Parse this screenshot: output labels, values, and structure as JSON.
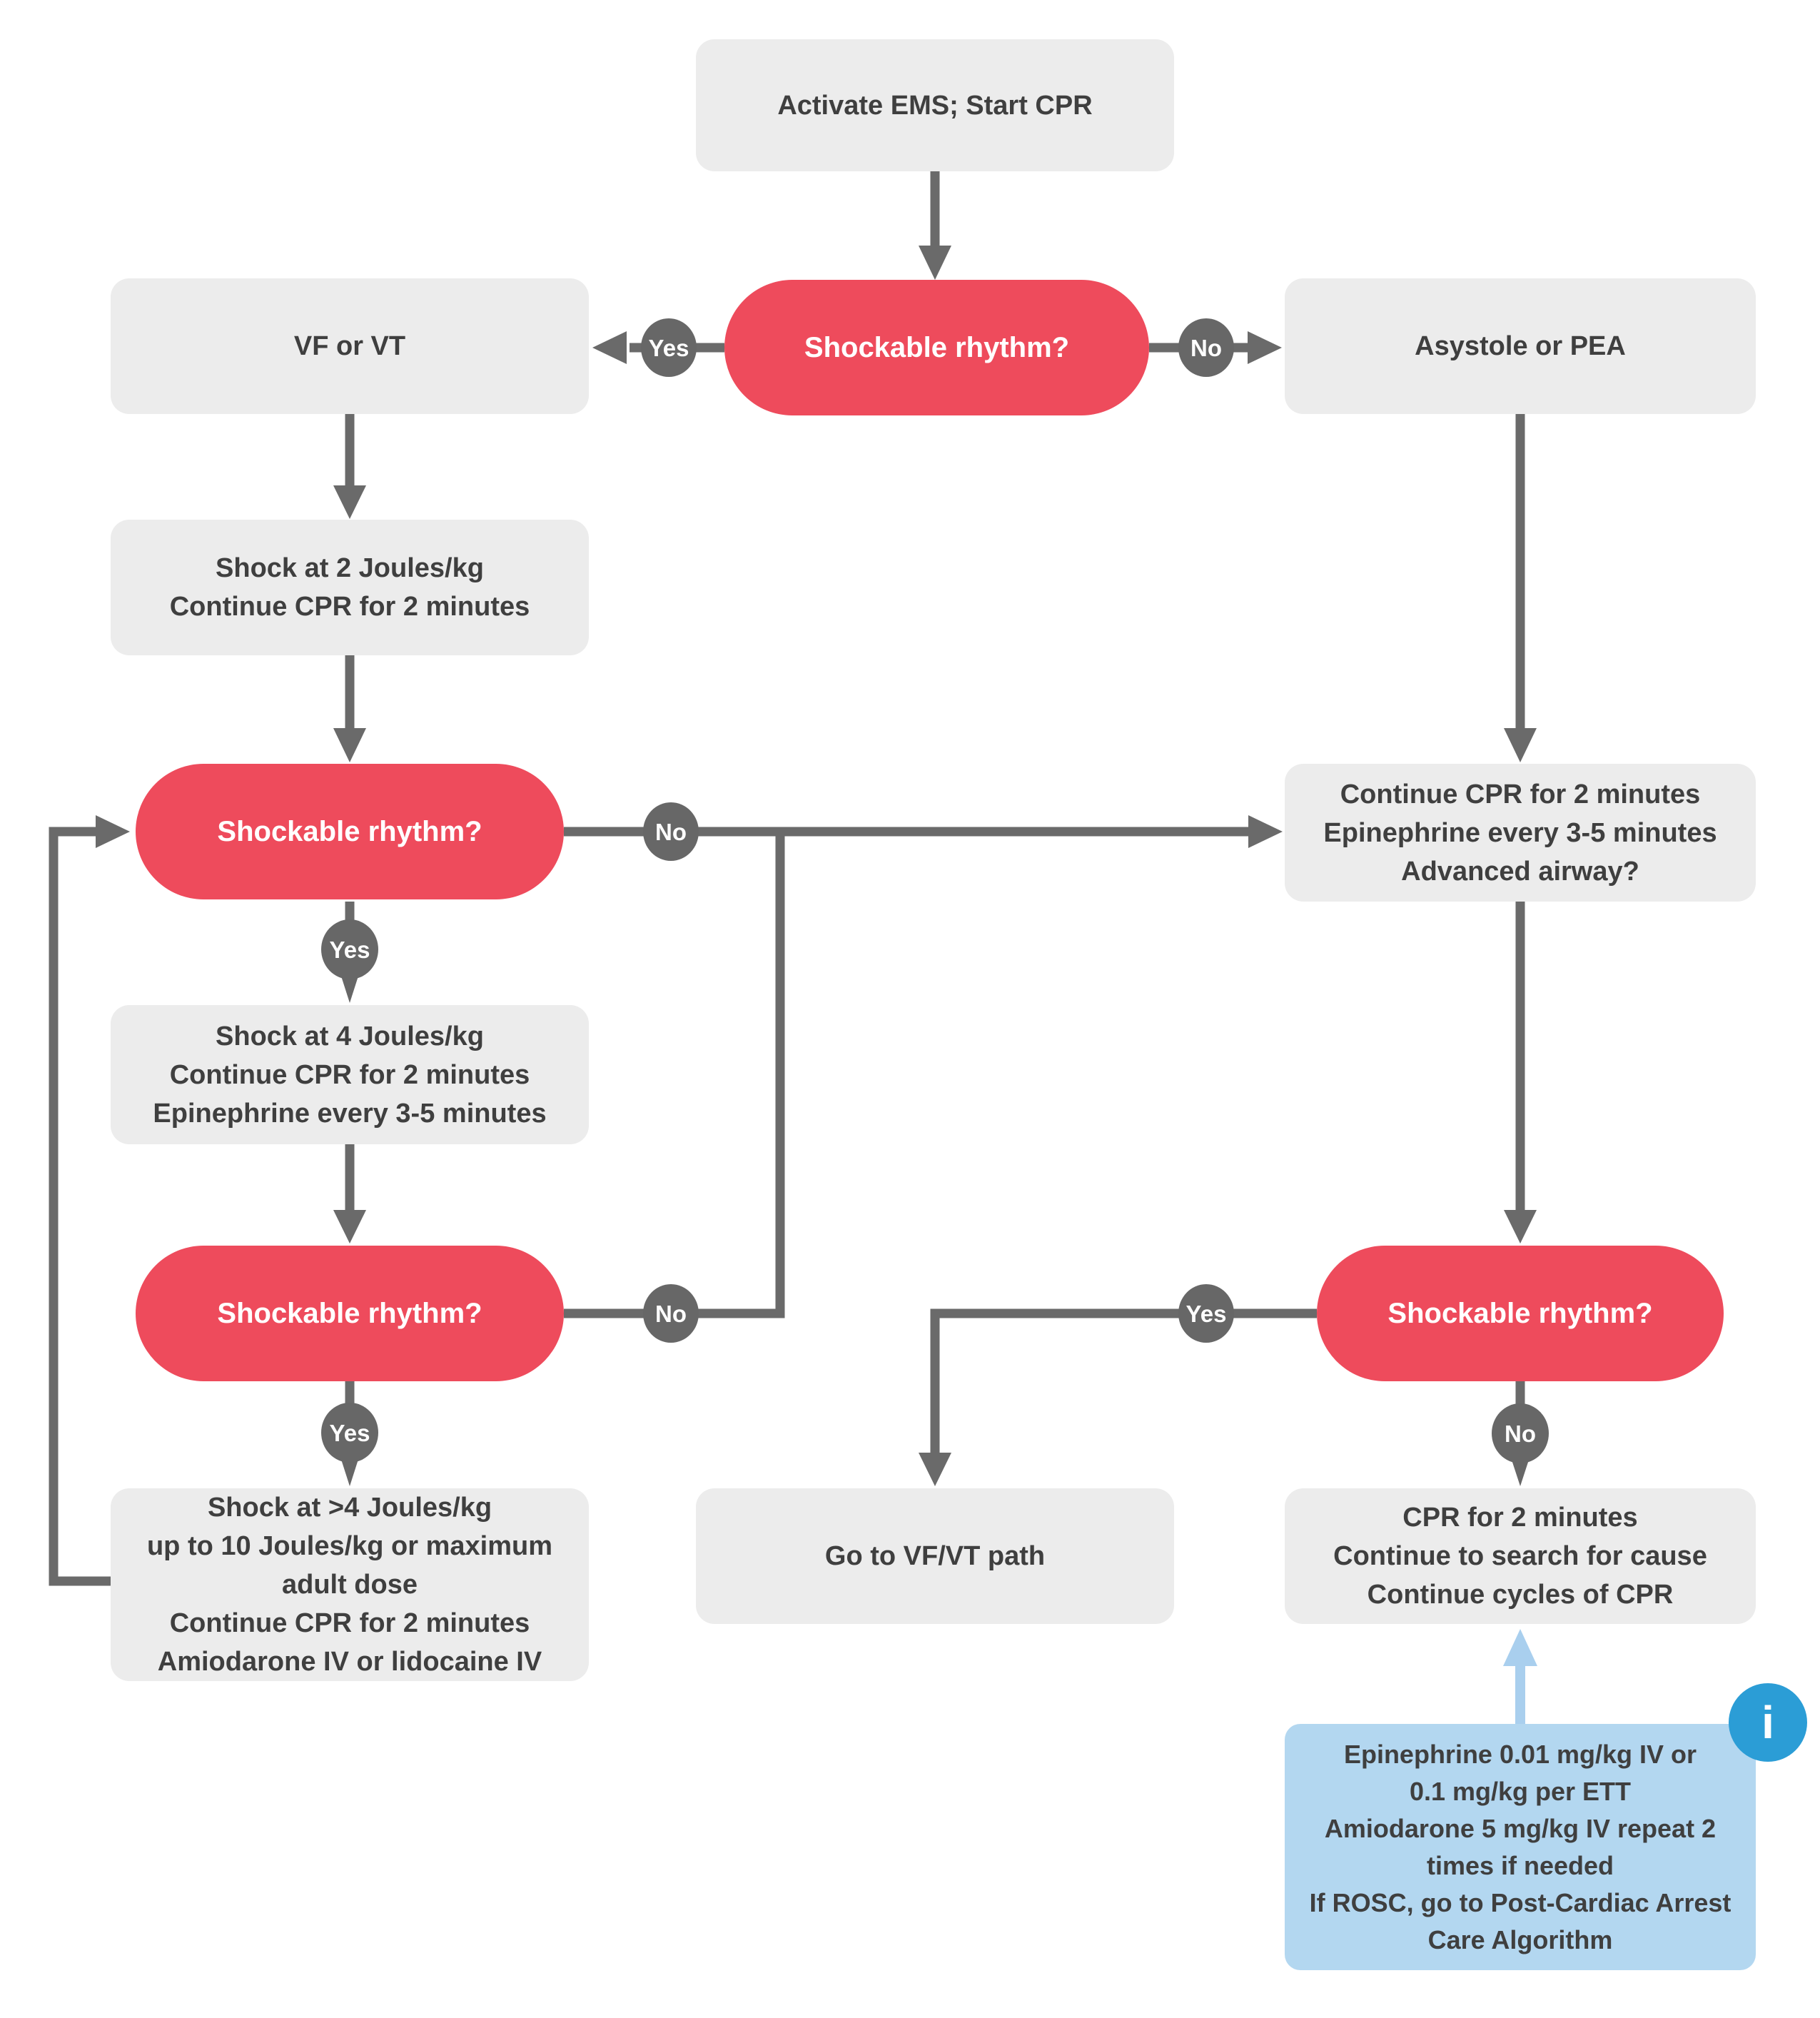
{
  "diagram": {
    "title_hint": "Pediatric cardiac arrest flowchart",
    "nodes": {
      "start": "Activate EMS; Start CPR",
      "decision1": "Shockable rhythm?",
      "vf_vt": "VF or VT",
      "asystole_pea": "Asystole or PEA",
      "shock_2j": "Shock at 2 Joules/kg\nContinue CPR for 2 minutes",
      "decision2": "Shockable rhythm?",
      "shock_4j": "Shock at 4 Joules/kg\nContinue CPR for 2 minutes\nEpinephrine every 3-5 minutes",
      "decision3": "Shockable rhythm?",
      "shock_max": "Shock at >4 Joules/kg\nup to 10 Joules/kg or maximum\nadult dose\nContinue CPR for 2 minutes\nAmiodarone IV or lidocaine IV",
      "cpr_epi_airway": "Continue CPR for 2 minutes\nEpinephrine every 3-5 minutes\nAdvanced airway?",
      "decision4": "Shockable rhythm?",
      "goto_vfvt": "Go to VF/VT path",
      "cpr_search_cause": "CPR for 2 minutes\nContinue to search for cause\nContinue cycles of CPR",
      "medications": "Epinephrine 0.01 mg/kg IV or\n0.1 mg/kg per ETT\nAmiodarone 5 mg/kg IV repeat 2\ntimes if needed\nIf ROSC, go to Post-Cardiac Arrest\nCare Algorithm"
    },
    "edge_labels": {
      "d1_yes": "Yes",
      "d1_no": "No",
      "d2_yes": "Yes",
      "d2_no": "No",
      "d3_yes": "Yes",
      "d3_no": "No",
      "d4_yes": "Yes",
      "d4_no": "No"
    },
    "info_icon": "i",
    "colors": {
      "decision_fill": "#ee4b5c",
      "process_fill": "#ececec",
      "note_fill": "#b3d7f0",
      "connector": "#6a6a6a",
      "badge_fill": "#676767",
      "note_arrow": "#a9cfee",
      "info_fill": "#2b9dd6",
      "text_dark": "#3f3f3f",
      "text_light": "#ffffff"
    }
  }
}
